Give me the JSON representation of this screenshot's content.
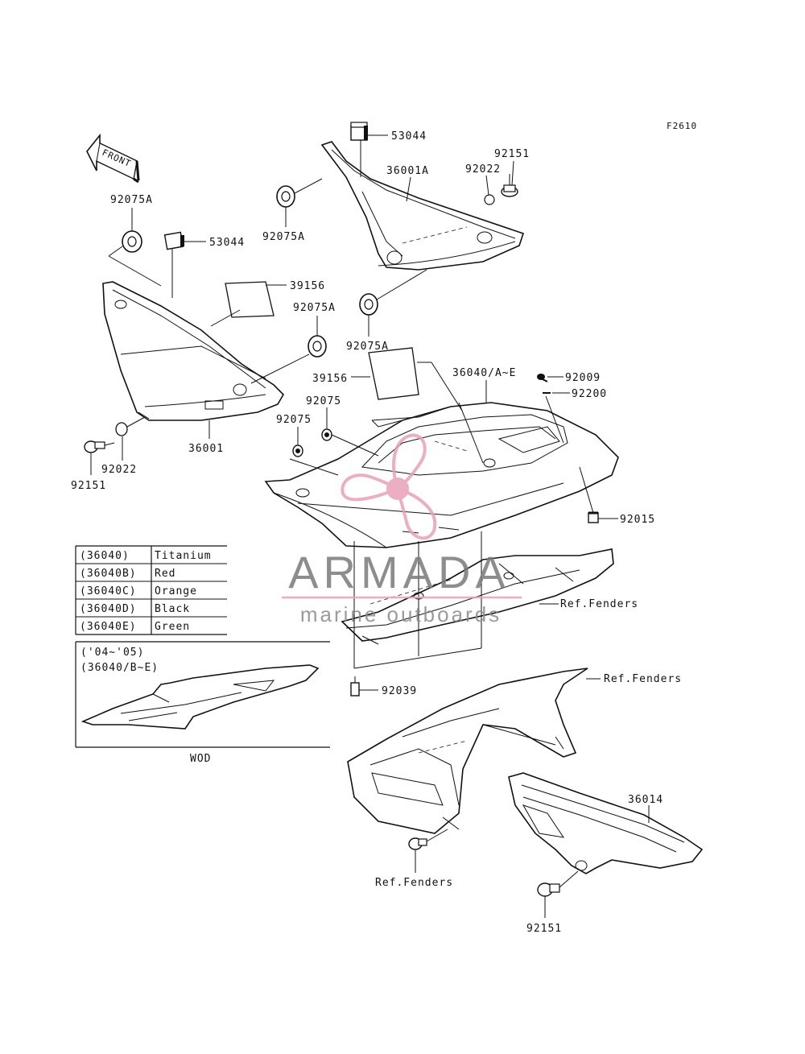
{
  "figure_code": "F2610",
  "front_label": "FRONT",
  "part_labels": {
    "p53044_top": "53044",
    "p36001A": "36001A",
    "p92151_top": "92151",
    "p92022_top": "92022",
    "p92075A_left": "92075A",
    "p92075A_mid": "92075A",
    "p53044_left": "53044",
    "p39156_left": "39156",
    "p92075A_right": "92075A",
    "p92075A_lower": "92075A",
    "p39156_center": "39156",
    "p36040": "36040/A~E",
    "p92009": "92009",
    "p92200": "92200",
    "p92075_a": "92075",
    "p92075_b": "92075",
    "p36001": "36001",
    "p92022_left": "92022",
    "p92151_left": "92151",
    "p92015": "92015",
    "p_ref_fenders_1": "Ref.Fenders",
    "p92039": "92039",
    "p_ref_fenders_2": "Ref.Fenders",
    "p36014": "36014",
    "p_ref_fenders_3": "Ref.Fenders",
    "p92151_bottom": "92151"
  },
  "color_table": [
    {
      "code": "(36040)",
      "color": "Titanium"
    },
    {
      "code": "(36040B)",
      "color": "Red"
    },
    {
      "code": "(36040C)",
      "color": "Orange"
    },
    {
      "code": "(36040D)",
      "color": "Black"
    },
    {
      "code": "(36040E)",
      "color": "Green"
    }
  ],
  "inset": {
    "years": "('04~'05)",
    "parts": "(36040/B~E)",
    "caption": "WOD"
  },
  "watermark": {
    "brand": "ARMADA",
    "tagline": "marine outboards",
    "brand_color": "#7a7a7a",
    "accent_color": "#e8a0b8"
  }
}
